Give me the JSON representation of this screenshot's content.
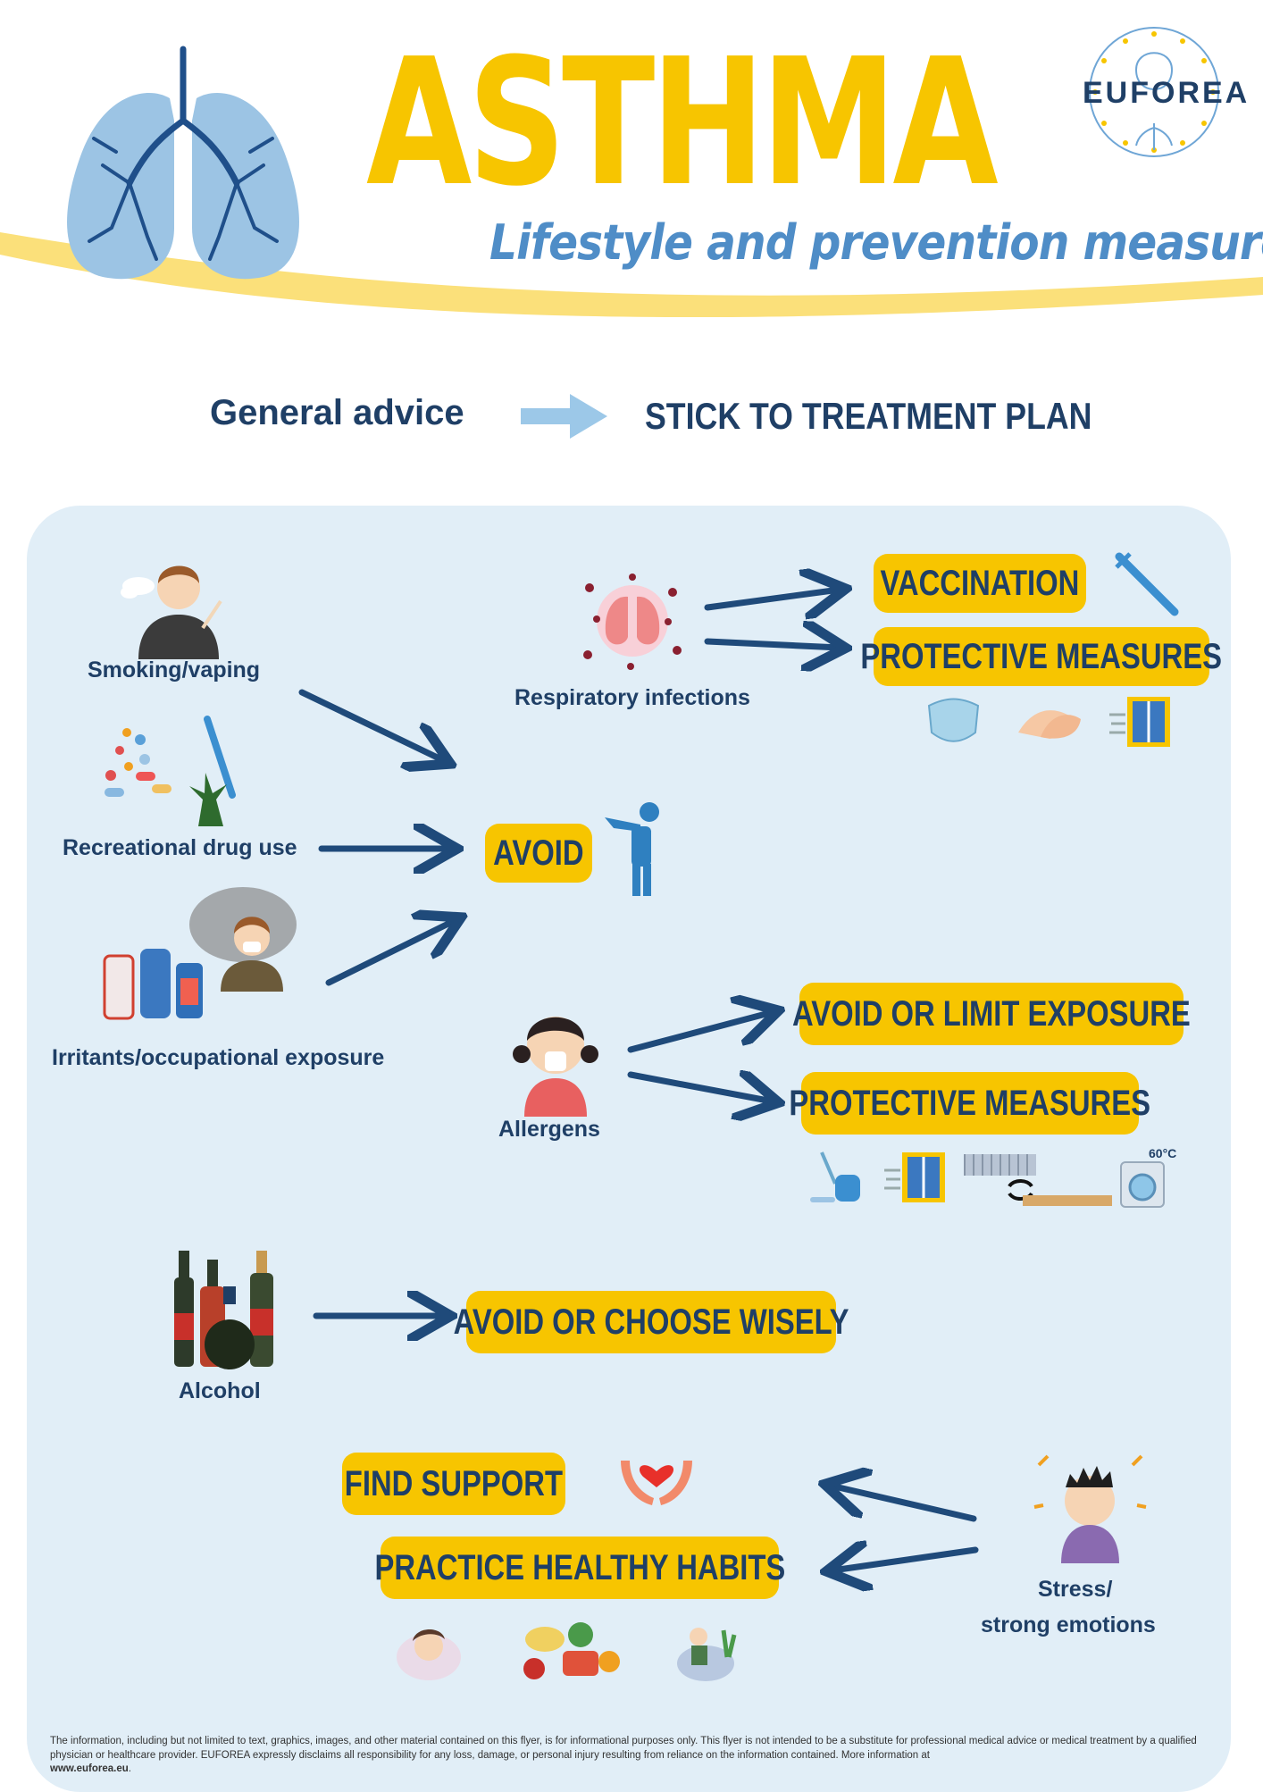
{
  "header": {
    "title": "ASTHMA",
    "subtitle": "Lifestyle and prevention measures",
    "logo_text": "EUFOREA"
  },
  "general": {
    "label": "General advice",
    "action": "STICK TO TREATMENT PLAN"
  },
  "factors": {
    "smoking": "Smoking/vaping",
    "drugs": "Recreational drug use",
    "irritants": "Irritants/occupational exposure",
    "infections": "Respiratory infections",
    "allergens": "Allergens",
    "alcohol": "Alcohol",
    "stress_line1": "Stress/",
    "stress_line2": "strong emotions"
  },
  "actions": {
    "vaccination": "VACCINATION",
    "protective_1": "PROTECTIVE MEASURES",
    "avoid": "AVOID",
    "avoid_limit": "AVOID OR LIMIT EXPOSURE",
    "protective_2": "PROTECTIVE MEASURES",
    "temperature": "60°C",
    "choose_wisely": "AVOID OR CHOOSE WISELY",
    "find_support": "FIND SUPPORT",
    "healthy_habits": "PRACTICE HEALTHY HABITS"
  },
  "footer": {
    "disclaimer": "The information, including but not limited to text, graphics, images, and other material contained on this flyer, is for informational purposes only. This flyer is not intended to be a substitute for professional medical advice or medical treatment by a qualified physician or healthcare provider. EUFOREA expressly disclaims all responsibility for any loss, damage, or personal injury resulting from reliance on the information contained. More information at",
    "website": "www.euforea.eu"
  },
  "colors": {
    "yellow": "#f7c500",
    "navy": "#1f3f66",
    "light_blue": "#4f8dc7",
    "panel": "#e1eef7"
  }
}
